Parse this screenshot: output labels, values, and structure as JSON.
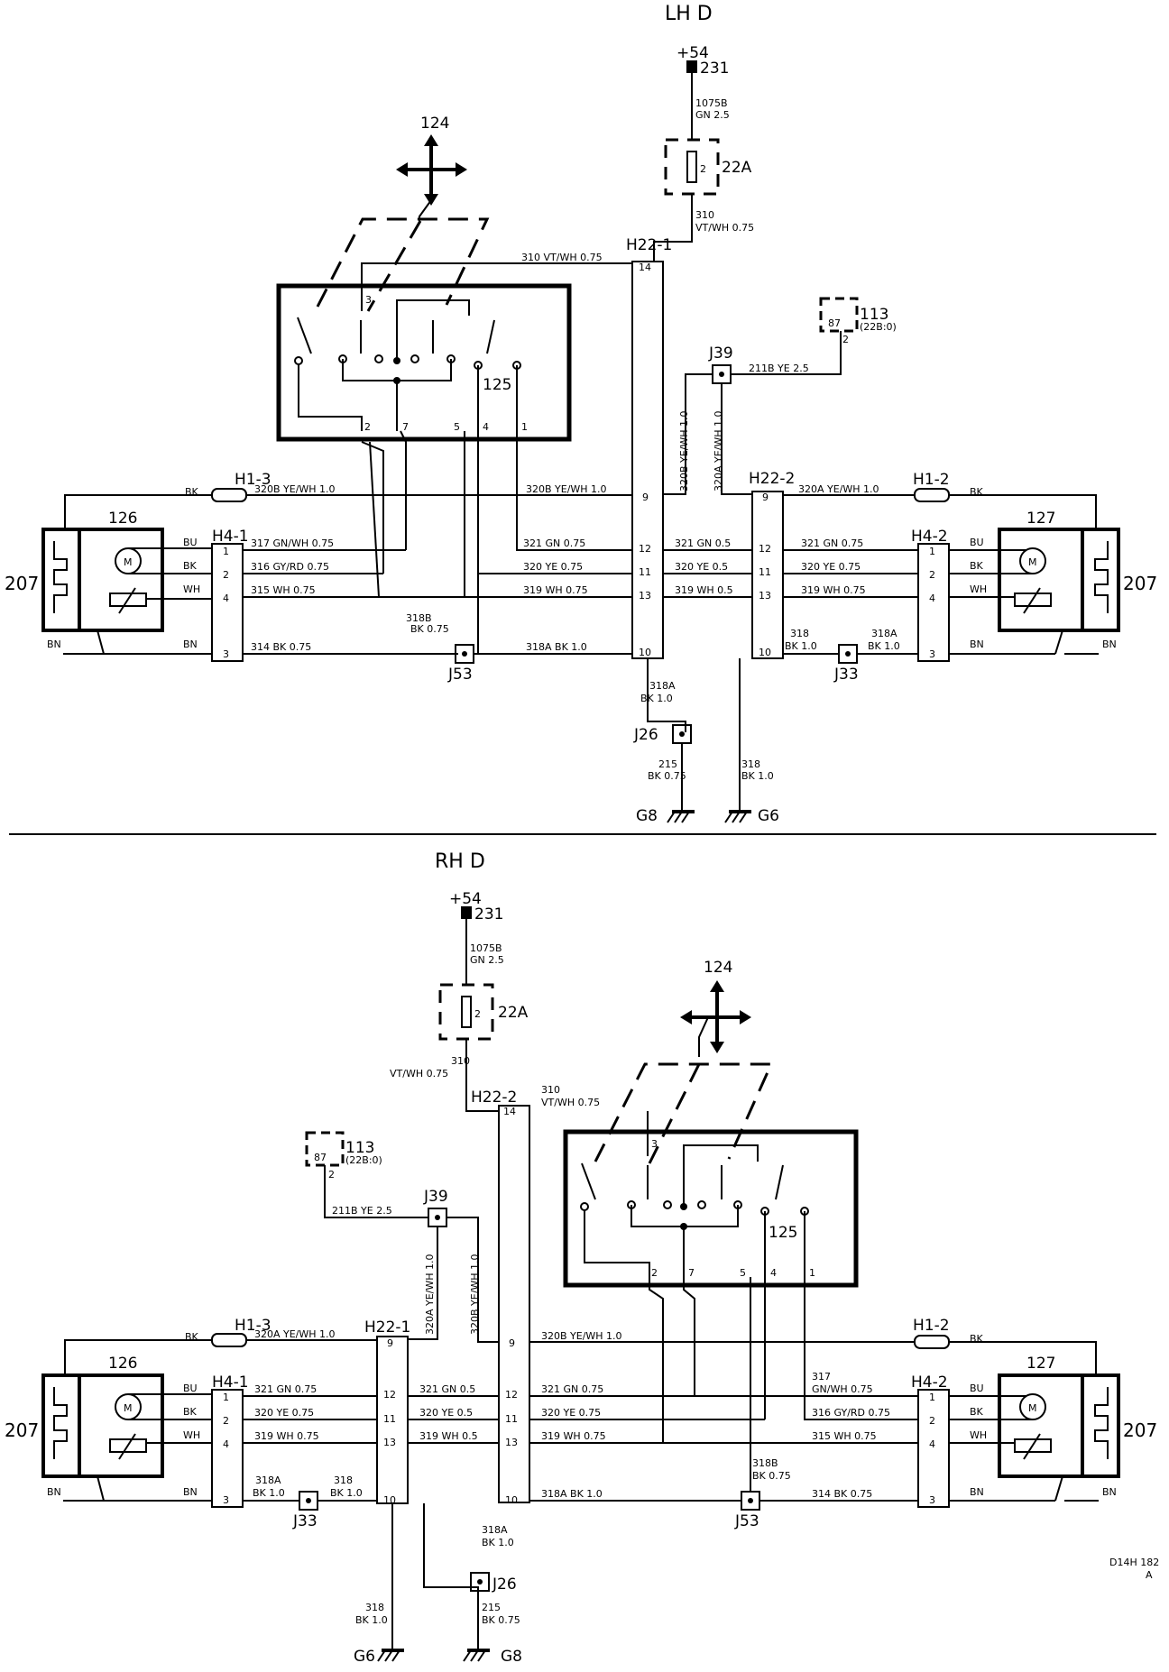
{
  "lh": {
    "title": "LH D",
    "supply": "+54",
    "terminal": "231",
    "feed_wire": [
      "1075B",
      "GN 2.5"
    ],
    "fuse_pin": "2",
    "fuse": "22A",
    "fuse_out": [
      "310",
      "VT/WH 0.75"
    ],
    "w310": "310 VT/WH 0.75",
    "h22_1": "H22-1",
    "h22_2": "H22-2",
    "c14": "14",
    "c9": "9",
    "c12": "12",
    "c11": "11",
    "c13": "13",
    "c10": "10",
    "switch_num": "124",
    "sw_pin3": "3",
    "sw_pin2": "2",
    "sw_pin7": "7",
    "sw_pin5": "5",
    "sw_pin4": "4",
    "sw_pin1": "1",
    "sw_id": "125",
    "relay": "113",
    "relay_pin": "87",
    "relay_note": "(22B:0)",
    "relay_out": "2",
    "j39": "J39",
    "w211": "211B YE 2.5",
    "w320b_v": "320B YE/WH 1.0",
    "w320a_v": "320A YE/WH 1.0",
    "h1_3": "H1-3",
    "h1_2": "H1-2",
    "bk": "BK",
    "w320b_l": "320B YE/WH 1.0",
    "w320b_m": "320B YE/WH 1.0",
    "w320a_r": "320A YE/WH 1.0",
    "h4_1": "H4-1",
    "h4_2": "H4-2",
    "p1": "1",
    "p2": "2",
    "p3": "3",
    "p4": "4",
    "m126": "126",
    "m127": "127",
    "m207": "207",
    "m_label": "M",
    "bu": "BU",
    "wh": "WH",
    "bn": "BN",
    "w317": "317 GN/WH 0.75",
    "w316": "316 GY/RD 0.75",
    "w315": "315 WH 0.75",
    "w314": "314 BK 0.75",
    "w321a": "321 GN 0.75",
    "w320a": "320 YE 0.75",
    "w319a": "319 WH 0.75",
    "w321b": "321 GN 0.5",
    "w320b": "320 YE 0.5",
    "w319b": "319 WH 0.5",
    "w321c": "321 GN 0.75",
    "w320c": "320 YE 0.75",
    "w319c": "319 WH 0.75",
    "w318b": [
      "318B",
      "BK 0.75"
    ],
    "j53": "J53",
    "w318a_h": "318A BK 1.0",
    "w318": [
      "318",
      "BK 1.0"
    ],
    "j33": "J33",
    "w318a_r": [
      "318A",
      "BK 1.0"
    ],
    "w318a_v": [
      "318A",
      "BK 1.0"
    ],
    "j26": "J26",
    "w215": [
      "215",
      "BK 0.75"
    ],
    "w318_v": [
      "318",
      "BK 1.0"
    ],
    "g8": "G8",
    "g6": "G6"
  },
  "rh": {
    "title": "RH D",
    "supply": "+54",
    "terminal": "231",
    "feed_wire": [
      "1075B",
      "GN 2.5"
    ],
    "fuse_pin": "2",
    "fuse": "22A",
    "fuse_out": [
      "310",
      "VT/WH 0.75"
    ],
    "w310": [
      "310",
      "VT/WH 0.75"
    ],
    "h22_2": "H22-2",
    "h22_1": "H22-1",
    "c14": "14",
    "c9": "9",
    "c12": "12",
    "c11": "11",
    "c13": "13",
    "c10": "10",
    "switch_num": "124",
    "sw_pin3": "3",
    "sw_pin2": "2",
    "sw_pin7": "7",
    "sw_pin5": "5",
    "sw_pin4": "4",
    "sw_pin1": "1",
    "sw_id": "125",
    "relay": "113",
    "relay_pin": "87",
    "relay_note": "(22B:0)",
    "relay_out": "2",
    "j39": "J39",
    "w211": "211B YE 2.5",
    "w320a_v": "320A YE/WH 1.0",
    "w320b_v": "320B YE/WH 1.0",
    "h1_3": "H1-3",
    "h1_2": "H1-2",
    "bk": "BK",
    "w320a_l": "320A YE/WH 1.0",
    "w320b_m": "320B YE/WH 1.0",
    "h4_1": "H4-1",
    "h4_2": "H4-2",
    "p1": "1",
    "p2": "2",
    "p3": "3",
    "p4": "4",
    "m126": "126",
    "m127": "127",
    "m207": "207",
    "m_label": "M",
    "bu": "BU",
    "wh": "WH",
    "bn": "BN",
    "w321a": "321 GN 0.75",
    "w320a": "320 YE 0.75",
    "w319a": "319 WH 0.75",
    "w321b": "321 GN 0.5",
    "w320b": "320 YE 0.5",
    "w319b": "319 WH 0.5",
    "w321c": "321 GN 0.75",
    "w320c": "320 YE 0.75",
    "w319c": "319 WH 0.75",
    "w317": [
      "317",
      "GN/WH 0.75"
    ],
    "w316": "316 GY/RD 0.75",
    "w315": "315 WH 0.75",
    "w318a_l": [
      "318A",
      "BK 1.0"
    ],
    "j33": "J33",
    "w318_l": [
      "318",
      "BK 1.0"
    ],
    "w318a_h": "318A BK 1.0",
    "w318b": [
      "318B",
      "BK 0.75"
    ],
    "j53": "J53",
    "w314": "314 BK 0.75",
    "w318a_v": [
      "318A",
      "BK 1.0"
    ],
    "j26": "J26",
    "w318_v": [
      "318",
      "BK 1.0"
    ],
    "w215": [
      "215",
      "BK 0.75"
    ],
    "g6": "G6",
    "g8": "G8"
  },
  "ref": [
    "D14H 182",
    "A"
  ]
}
